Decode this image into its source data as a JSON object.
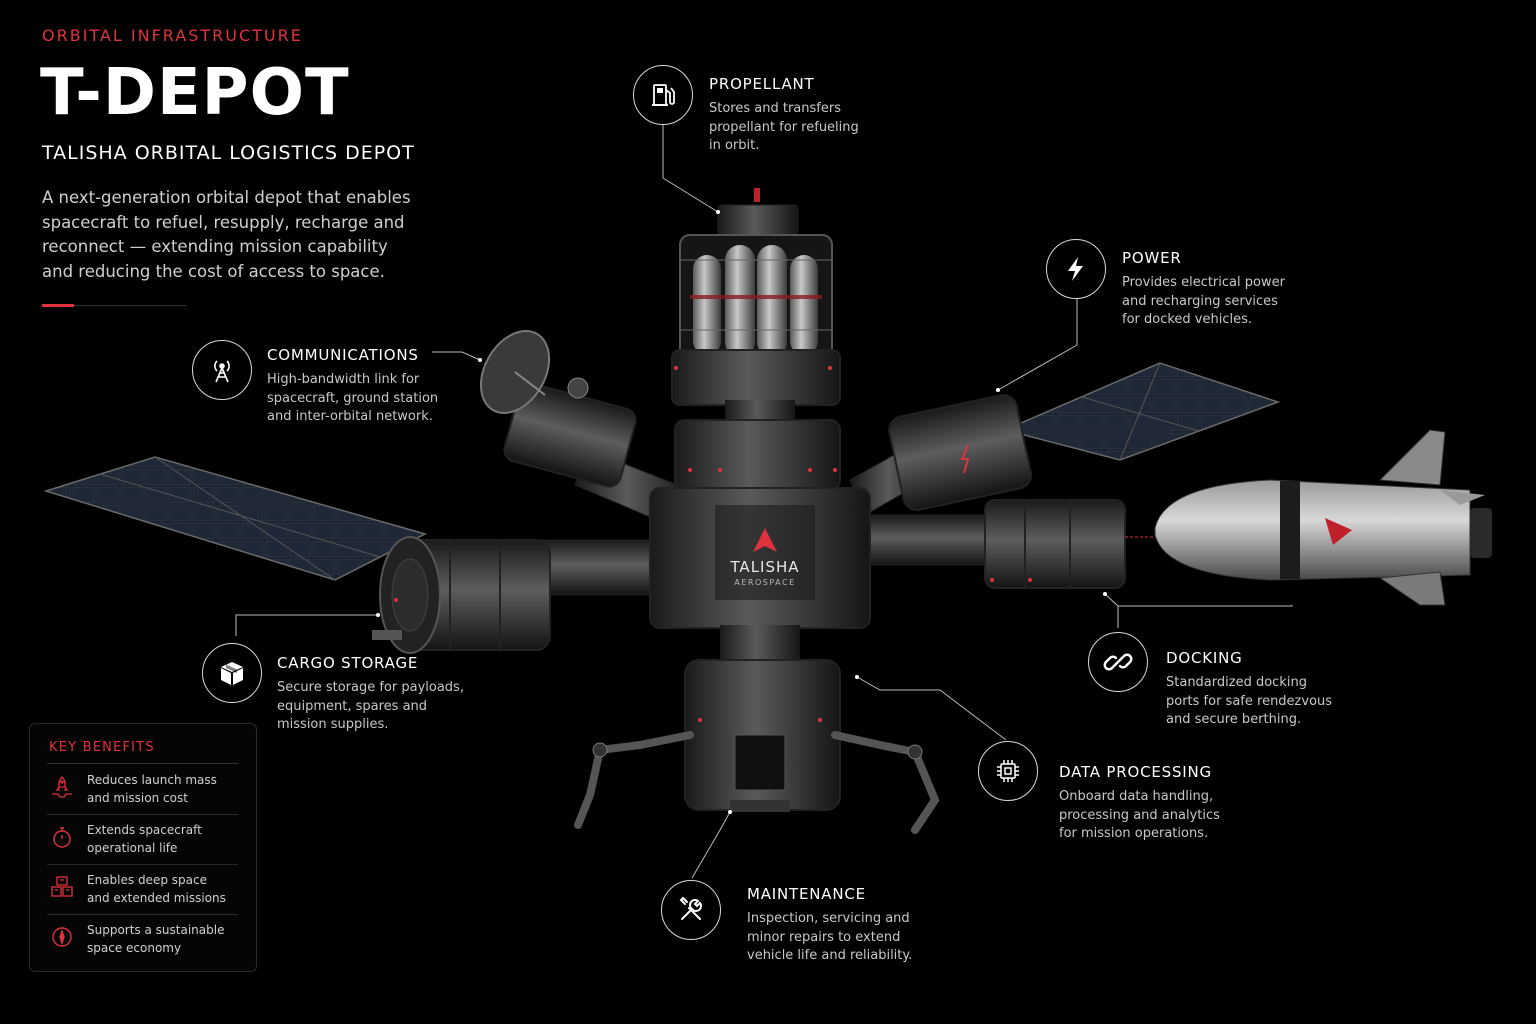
{
  "header": {
    "kicker": "ORBITAL INFRASTRUCTURE",
    "title": "T-DEPOT",
    "subtitle": "TALISHA ORBITAL LOGISTICS DEPOT",
    "description_lines": [
      "A next-generation orbital depot that enables",
      "spacecraft to refuel, resupply, recharge and",
      "reconnect — extending mission capability",
      "and reducing the cost of access to space."
    ]
  },
  "station": {
    "logo_name": "TALISHA",
    "logo_sub": "AEROSPACE"
  },
  "callouts": {
    "propellant": {
      "title": "PROPELLANT",
      "lines": [
        "Stores and transfers",
        "propellant for refueling",
        "in orbit."
      ],
      "icon": "fuel-pump-icon"
    },
    "power": {
      "title": "POWER",
      "lines": [
        "Provides electrical power",
        "and recharging services",
        "for docked vehicles."
      ],
      "icon": "lightning-icon"
    },
    "communications": {
      "title": "COMMUNICATIONS",
      "lines": [
        "High-bandwidth link for",
        "spacecraft, ground station",
        "and inter-orbital network."
      ],
      "icon": "antenna-tower-icon"
    },
    "cargo": {
      "title": "CARGO STORAGE",
      "lines": [
        "Secure storage for payloads,",
        "equipment, spares and",
        "mission supplies."
      ],
      "icon": "box-icon"
    },
    "docking": {
      "title": "DOCKING",
      "lines": [
        "Standardized docking",
        "ports for safe rendezvous",
        "and secure berthing."
      ],
      "icon": "link-icon"
    },
    "data": {
      "title": "DATA PROCESSING",
      "lines": [
        "Onboard data handling,",
        "processing and analytics",
        "for mission operations."
      ],
      "icon": "chip-icon"
    },
    "maintenance": {
      "title": "MAINTENANCE",
      "lines": [
        "Inspection, servicing and",
        "minor repairs to extend",
        "vehicle life and reliability."
      ],
      "icon": "wrench-screwdriver-icon"
    }
  },
  "key_benefits": {
    "title": "KEY BENEFITS",
    "items": [
      {
        "lines": [
          "Reduces launch mass",
          "and mission cost"
        ],
        "icon": "rocket-launch-icon"
      },
      {
        "lines": [
          "Extends spacecraft",
          "operational life"
        ],
        "icon": "timer-icon"
      },
      {
        "lines": [
          "Enables deep space",
          "and extended missions"
        ],
        "icon": "cubes-icon"
      },
      {
        "lines": [
          "Supports a sustainable",
          "space economy"
        ],
        "icon": "compass-icon"
      }
    ]
  },
  "colors": {
    "accent": "#e0323c",
    "background": "#000000",
    "metal": "#3a3a3a"
  }
}
